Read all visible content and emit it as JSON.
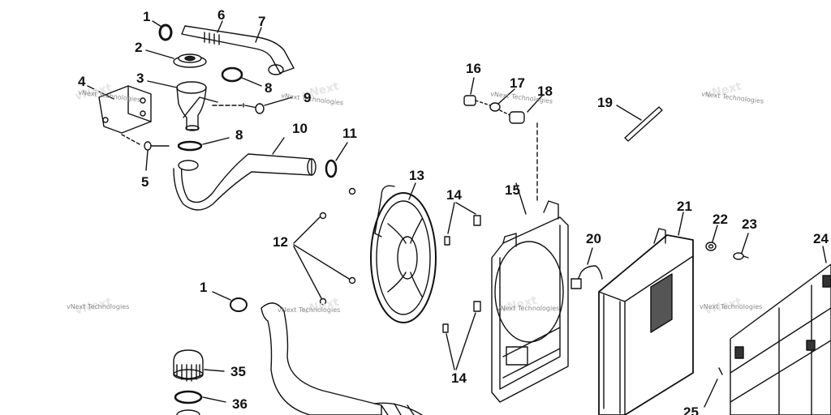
{
  "diagram": {
    "watermark": "vNext Technologies",
    "callouts": [
      {
        "id": "c1a",
        "text": "1"
      },
      {
        "id": "c6",
        "text": "6"
      },
      {
        "id": "c7",
        "text": "7"
      },
      {
        "id": "c2",
        "text": "2"
      },
      {
        "id": "c3",
        "text": "3"
      },
      {
        "id": "c4",
        "text": "4"
      },
      {
        "id": "c9",
        "text": "9"
      },
      {
        "id": "c8a",
        "text": "8"
      },
      {
        "id": "c8b",
        "text": "8"
      },
      {
        "id": "c10",
        "text": "10"
      },
      {
        "id": "c11",
        "text": "11"
      },
      {
        "id": "c5",
        "text": "5"
      },
      {
        "id": "c16",
        "text": "16"
      },
      {
        "id": "c17",
        "text": "17"
      },
      {
        "id": "c18",
        "text": "18"
      },
      {
        "id": "c19",
        "text": "19"
      },
      {
        "id": "c13",
        "text": "13"
      },
      {
        "id": "c14a",
        "text": "14"
      },
      {
        "id": "c15",
        "text": "15"
      },
      {
        "id": "c21",
        "text": "21"
      },
      {
        "id": "c22",
        "text": "22"
      },
      {
        "id": "c23",
        "text": "23"
      },
      {
        "id": "c24",
        "text": "24"
      },
      {
        "id": "c12",
        "text": "12"
      },
      {
        "id": "c20",
        "text": "20"
      },
      {
        "id": "c1b",
        "text": "1"
      },
      {
        "id": "c14b",
        "text": "14"
      },
      {
        "id": "c35",
        "text": "35"
      },
      {
        "id": "c36",
        "text": "36"
      },
      {
        "id": "c25",
        "text": "25"
      }
    ]
  }
}
